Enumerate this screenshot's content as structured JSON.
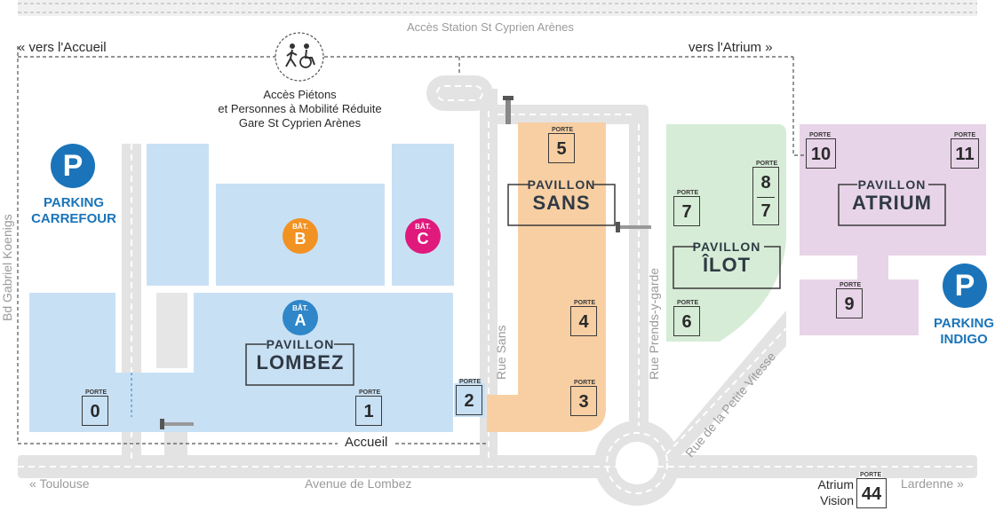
{
  "top_label": "Accès Station St Cyprien Arènes",
  "nav": {
    "to_accueil": "vers l'Accueil",
    "to_atrium": "vers l'Atrium",
    "to_toulouse": "Toulouse",
    "to_lardenne": "Lardenne",
    "chevron_left": "«",
    "chevron_right": "»"
  },
  "pedestrian_access": {
    "line1": "Accès Piétons",
    "line2": "et Personnes à Mobilité Réduite",
    "line3": "Gare St Cyprien Arènes"
  },
  "parkings": [
    {
      "letter": "P",
      "line1": "PARKING",
      "line2": "CARREFOUR"
    },
    {
      "letter": "P",
      "line1": "PARKING",
      "line2": "INDIGO"
    }
  ],
  "streets": {
    "bd_gabriel": "Bd Gabriel Koenigs",
    "rue_sans": "Rue Sans",
    "rue_prends": "Rue Prends-y-garde",
    "rue_petite_vitesse": "Rue de la Petite Vitesse",
    "avenue_lombez": "Avenue de Lombez"
  },
  "accueil": "Accueil",
  "atrium_vision": {
    "line1": "Atrium",
    "line2": "Vision"
  },
  "pavillons": {
    "lombez": {
      "l1": "PAVILLON",
      "l2": "LOMBEZ"
    },
    "sans": {
      "l1": "PAVILLON",
      "l2": "SANS"
    },
    "ilot": {
      "l1": "PAVILLON",
      "l2": "ÎLOT"
    },
    "atrium": {
      "l1": "PAVILLON",
      "l2": "ATRIUM"
    }
  },
  "batiments": [
    {
      "label": "BÂT.",
      "letter": "A",
      "color": "#2f86c9"
    },
    {
      "label": "BÂT.",
      "letter": "B",
      "color": "#f29222"
    },
    {
      "label": "BÂT.",
      "letter": "C",
      "color": "#e0197d"
    }
  ],
  "porte_label": "PORTE",
  "portes": [
    "0",
    "1",
    "2",
    "3",
    "4",
    "5",
    "6",
    "7",
    "8",
    "7",
    "10",
    "11",
    "9",
    "44"
  ],
  "colors": {
    "lombez": "#c8e0f4",
    "sans": "#f8cfa3",
    "ilot": "#d6ecd6",
    "atrium": "#e8d4e8",
    "road": "#e3e3e3",
    "parking_blue": "#1b74b9"
  }
}
